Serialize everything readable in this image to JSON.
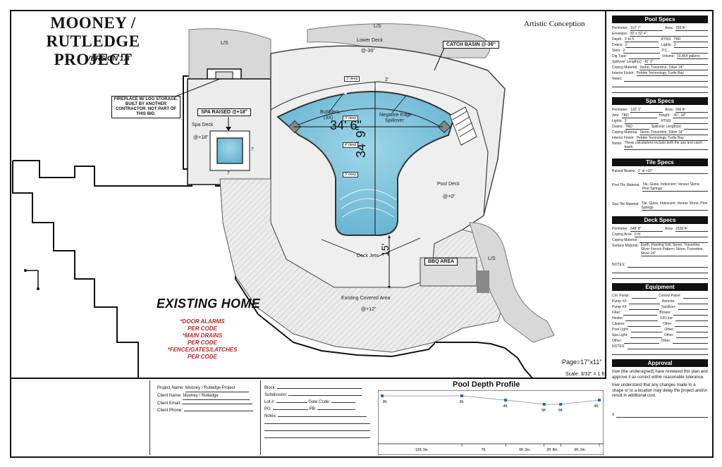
{
  "title": {
    "line1": "MOONEY / RUTLEDGE",
    "line2": "PROJECT",
    "version": "VERSION 1.3"
  },
  "artistic": "Artistic Conception",
  "plan_labels": {
    "ls": "L/S",
    "lower_deck": "Lower Deck",
    "lower_deck_elev": "@-36\"",
    "catch_basin": "CATCH BASIN @-36\"",
    "fireplace_note": "FIREPLACE W/ LOG STORAGE. BUILT BY ANOTHER CONTRACTOR. NOT PART OF THIS BID.",
    "spa_raised": "SPA RAISED @+18\"",
    "spa_deck": "Spa Deck",
    "spa_deck_elev": "@+18\"",
    "spa_dim_w": "7'",
    "spa_dim_h": "7'",
    "bubblers": "Bubblers",
    "bubblers_count": "(3X)",
    "negative_edge": "Negative Edge",
    "spillover": "Spillover",
    "dim_width": "34' 6\"",
    "dim_length": "34' 9\"",
    "depth_3a": "3' deep",
    "depth_3b": "3' deep",
    "depth_4": "4' deep",
    "depth_3c": "3' deep",
    "dim_2": "2'",
    "pool_deck": "Pool Deck",
    "pool_deck_elev": "@+0\"",
    "deck_jets": "Deck Jets",
    "dim_15": "15'",
    "bbq": "BBQ AREA",
    "covered": "Existing Covered Area",
    "covered_elev": "@+12\"",
    "existing_home": "EXISTING HOME",
    "red_notes": [
      "*DOOR ALARMS",
      "PER CODE",
      "*MAIN DRAINS",
      "PER CODE",
      "*FENCE/GATES/LATCHES",
      "PER CODE"
    ],
    "page_size": "Page=17\"x11\"",
    "scale": "Scale: 3/32\" = 1 ft"
  },
  "pool_specs": {
    "header": "Pool Specs",
    "rows": [
      [
        [
          "Perimeter:",
          "112' 7\""
        ],
        [
          "Area:",
          "795 ft²"
        ]
      ],
      [
        [
          "Envelope:",
          "39' x 32' 4\""
        ]
      ],
      [
        [
          "Depth:",
          "3' to 5'"
        ],
        [
          "RTNS:",
          "TBD"
        ]
      ],
      [
        [
          "Drains:",
          "2"
        ],
        [
          "Lights:",
          "3"
        ]
      ],
      [
        [
          "Skim:",
          "2"
        ],
        [
          "P.C.:",
          ""
        ]
      ],
      [
        [
          "Dig Type:",
          ""
        ],
        [
          "Volume:",
          "15,464 gallons"
        ]
      ],
      [
        [
          "Spillover Length(s):",
          "41' 2\""
        ]
      ],
      [
        [
          "Coping Material:",
          "Stone, Travertine, Silver 24\""
        ]
      ],
      [
        [
          "Interior Finish:",
          "Pebble Technology, Turtle Bay"
        ]
      ],
      [
        [
          "Notes:",
          ""
        ]
      ]
    ]
  },
  "spa_specs": {
    "header": "Spa Specs",
    "rows": [
      [
        [
          "Perimeter:",
          "132' 1\""
        ],
        [
          "Area:",
          "290 ft²"
        ]
      ],
      [
        [
          "Jets:",
          "TBD"
        ],
        [
          "Height:",
          "-36\", 18\""
        ]
      ],
      [
        [
          "Lights:",
          "3"
        ],
        [
          "RTNS:",
          ""
        ]
      ],
      [
        [
          "Drains:",
          "TBD"
        ],
        [
          "Spillover Length(s):",
          ""
        ]
      ],
      [
        [
          "Coping Material:",
          "Stone, Travertine, Silver 24\""
        ]
      ],
      [
        [
          "Interior Finish:",
          "Pebble Technology, Turtle Bay"
        ]
      ],
      [
        [
          "Notes:",
          "These calculations include both the spa and catch basin."
        ]
      ]
    ]
  },
  "tile_specs": {
    "header": "Tile Specs",
    "raised_beams": [
      "Raised Beams:",
      "2' at +16\""
    ],
    "pool_tile": [
      "Pool Tile Material:",
      "Tile, Glass, Iridescent; Veneer Stone, Pine Springs"
    ],
    "spa_tile": [
      "Spa Tile Material:",
      "Tile, Glass, Iridescent; Veneer Stone, Pine Springs"
    ]
  },
  "deck_specs": {
    "header": "Deck Specs",
    "rows": [
      [
        [
          "Perimeter:",
          "648' 8\""
        ],
        [
          "Area:",
          "2328 ft²"
        ]
      ],
      [
        [
          "Coping Area:",
          "0 ft²"
        ]
      ],
      [
        [
          "Coping Material:",
          ""
        ]
      ],
      [
        [
          "Surface Material:",
          "Earth, Planting Soil; Stone, Travertine, Silver French Pattern; Stone, Travertine, Silver 24\""
        ]
      ]
    ],
    "notes": "NOTES:"
  },
  "equipment": {
    "header": "Equipment",
    "rows": [
      [
        "Circ Pump:",
        "Control Panel:"
      ],
      [
        "Pump #2:",
        "Remote:"
      ],
      [
        "Pump #3:",
        "Sanitizer:"
      ],
      [
        "Filter:",
        "Blower:"
      ],
      [
        "Heater:",
        "Fill Line:"
      ],
      [
        "Cleaner:",
        "Other:"
      ],
      [
        "Pool Light:",
        "Other:"
      ],
      [
        "Spa Light:",
        "Other:"
      ],
      [
        "Other:",
        "Other:"
      ]
    ],
    "notes": "NOTES:"
  },
  "approval": {
    "header": "Approval",
    "text1": "I/we (the undersigned) have reviewed this plan and approve it as correct within reasonable tolerance.",
    "text2": "I/we understand that any changes made to a shape or to a location may delay the project and/or result in additional cost.",
    "sign": "X"
  },
  "project_info": {
    "project_name_label": "Project Name:",
    "project_name": "Mooney / Rutledge Project",
    "client_name_label": "Client Name:",
    "client_name": "Mooney / Rutledge",
    "client_email_label": "Client Email:",
    "client_phone_label": "Client Phone:",
    "block_label": "Block:",
    "subdivision_label": "Subdivision:",
    "lot_label": "Lot #:",
    "gate_label": "Gate Code:",
    "pg_label": "PG:",
    "pb_label": "PB:",
    "notes_label": "Notes:"
  },
  "chart_data": {
    "type": "line",
    "title": "Pool Depth Profile",
    "x_segments": [
      "12ft. 9in.",
      "7ft.",
      "6ft. 2in.",
      "2ft. 8in.",
      "6ft. 2in."
    ],
    "x": [
      0,
      12.75,
      19.75,
      25.92,
      28.58,
      34.75
    ],
    "depth_labels": [
      "3ft.",
      "3ft.",
      "4ft.",
      "5ft.",
      "5ft.",
      "4ft."
    ],
    "values": [
      3,
      3,
      4,
      5,
      5,
      4
    ],
    "color": "#1f6fb5"
  },
  "colors": {
    "water": "#7ec3dc",
    "deck": "#e6e6e6",
    "accent": "#1f6fb5",
    "red": "#c0282a"
  }
}
